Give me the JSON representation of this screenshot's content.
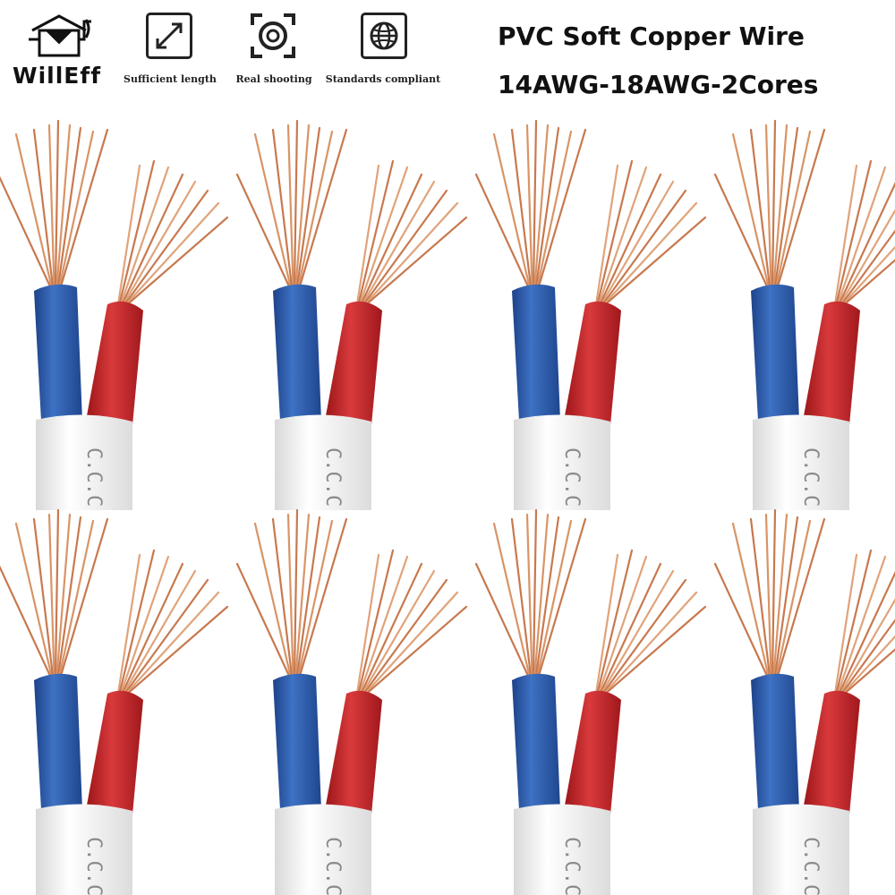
{
  "brand": {
    "name": "WillEff",
    "logo_icon": "house-wire-logo-icon"
  },
  "features": [
    {
      "label": "Sufficient length",
      "icon": "diagonal-arrow-icon"
    },
    {
      "label": "Real shooting",
      "icon": "camera-lens-icon"
    },
    {
      "label": "Standards compliant",
      "icon": "globe-icon"
    }
  ],
  "title": {
    "line1": "PVC Soft Copper Wire",
    "line2": "14AWG-18AWG-2Cores"
  },
  "product": {
    "sheath_marking": "C.C.C",
    "colors": {
      "blue_core": "#2f5fae",
      "red_core": "#c8262a",
      "copper": "#c8794f",
      "sheath": "#f2f2f2"
    }
  }
}
